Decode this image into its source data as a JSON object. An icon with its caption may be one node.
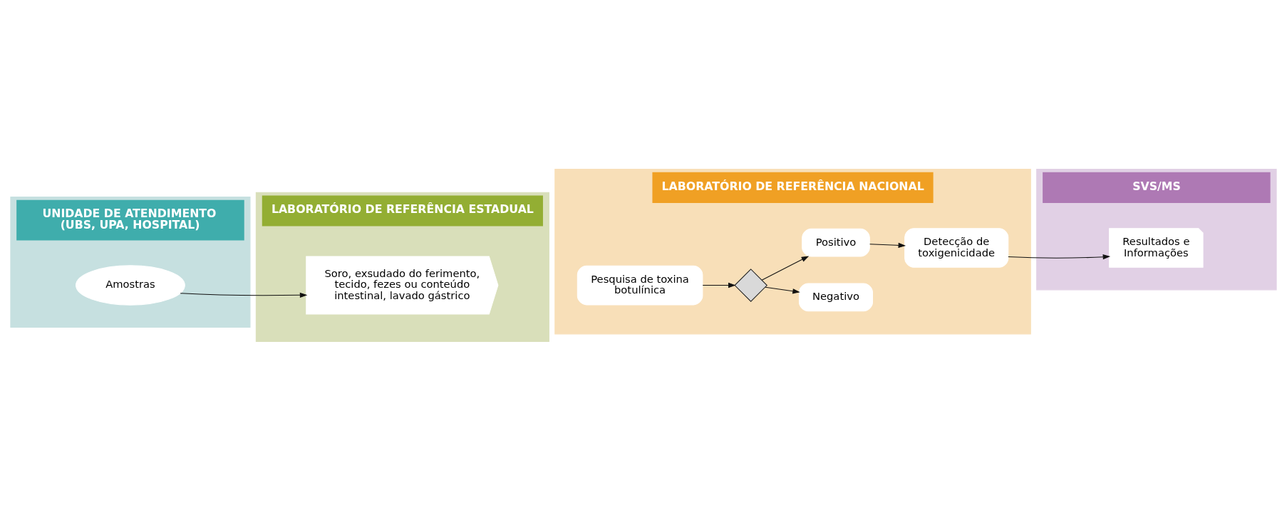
{
  "diagram": {
    "nodes": [
      {
        "text": [
          "UNIDADE DE ATENDIMENTO (UBS, UPA, HOSPITAL)"
        ]
      },
      {
        "text": [
          "Amostras"
        ],
        "in": 0
      },
      {
        "text": [
          "LABORATÓRIO DE REFERÊNCIA ESTADUAL"
        ]
      },
      {
        "text": [
          "Soro, exsudado do ferimento, tecido, fezes ou conteúdo intestinal, lavado gástrico"
        ],
        "in": 2
      },
      {
        "text": [
          "LABORATÓRIO DE REFERÊNCIA NACIONAL"
        ]
      },
      {
        "text": [
          "Pesquisa de toxina botulínica"
        ],
        "in": 4
      },
      {
        "text": [],
        "shape": "diamond",
        "in": 4
      },
      {
        "text": [
          "Negativo"
        ],
        "in": 4
      },
      {
        "text": [
          "Positivo"
        ],
        "in": 4
      },
      {
        "text": [
          "Detecção de toxigenicidade"
        ],
        "in": 4
      },
      {
        "text": [
          "SVS/MS"
        ]
      },
      {
        "text": [
          "Resultados e Informações"
        ],
        "in": 10
      }
    ],
    "edges": [
      {
        "from": 1,
        "to": 3,
        "arrow": "to"
      },
      {
        "from": 5,
        "to": 6,
        "arrow": "to"
      },
      {
        "from": 6,
        "to": 7,
        "arrow": "to"
      },
      {
        "from": 6,
        "to": 8,
        "arrow": "to"
      },
      {
        "from": 8,
        "to": 9,
        "arrow": "to"
      },
      {
        "from": 9,
        "to": 11,
        "arrow": "to"
      }
    ]
  }
}
